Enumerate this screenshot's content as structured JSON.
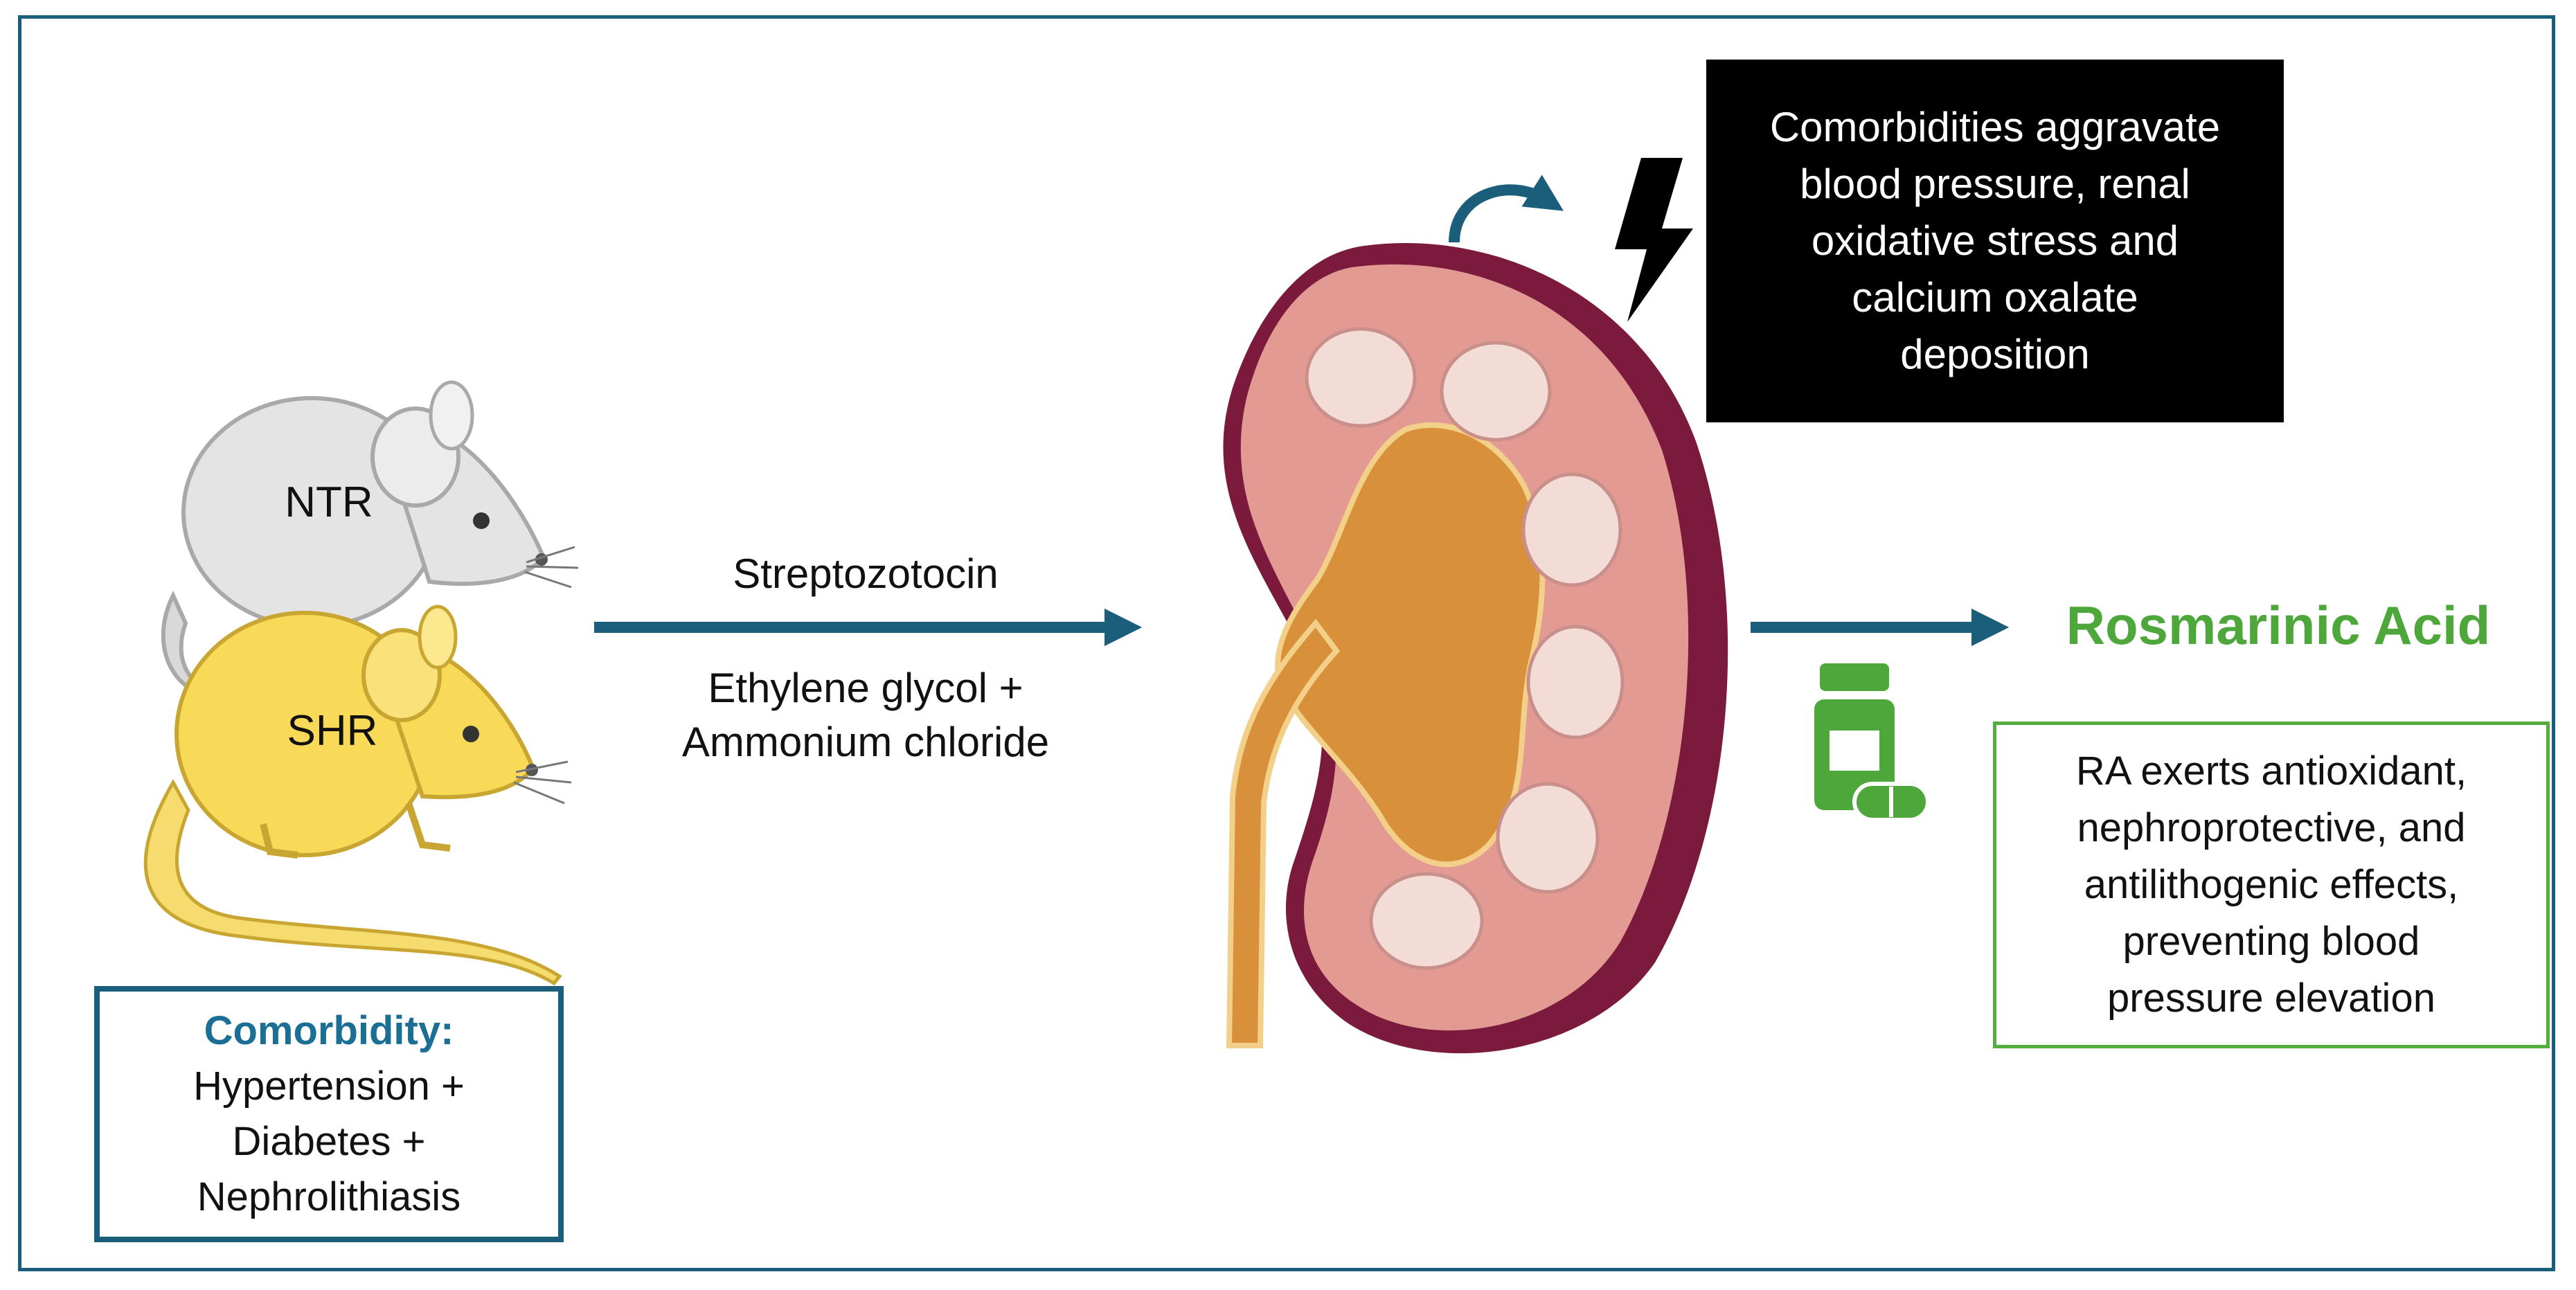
{
  "rats": {
    "top_label": "NTR",
    "bottom_label": "SHR"
  },
  "comorbidity_box": {
    "heading": "Comorbidity:",
    "lines": [
      "Hypertension +",
      "Diabetes +",
      "Nephrolithiasis"
    ]
  },
  "treatments": {
    "above_arrow": "Streptozotocin",
    "below_arrow_lines": [
      "Ethylene glycol +",
      "Ammonium chloride"
    ]
  },
  "effects_box": {
    "lines": [
      "Comorbidities aggravate",
      "blood pressure, renal",
      "oxidative stress and",
      "calcium oxalate",
      "deposition"
    ]
  },
  "treatment_name": "Rosmarinic Acid",
  "outcome_box": {
    "lines": [
      "RA exerts antioxidant,",
      "nephroprotective, and",
      "antilithogenic effects,",
      "preventing blood",
      "pressure elevation"
    ]
  },
  "icons": [
    "rat-icon",
    "kidney-icon",
    "lightning-icon",
    "curved-arrow-icon",
    "pill-bottle-icon",
    "capsule-icon"
  ],
  "colors": {
    "accent_blue": "#1b5e7b",
    "heading_blue": "#1b6e94",
    "green": "#4ea73a",
    "black": "#000000"
  }
}
